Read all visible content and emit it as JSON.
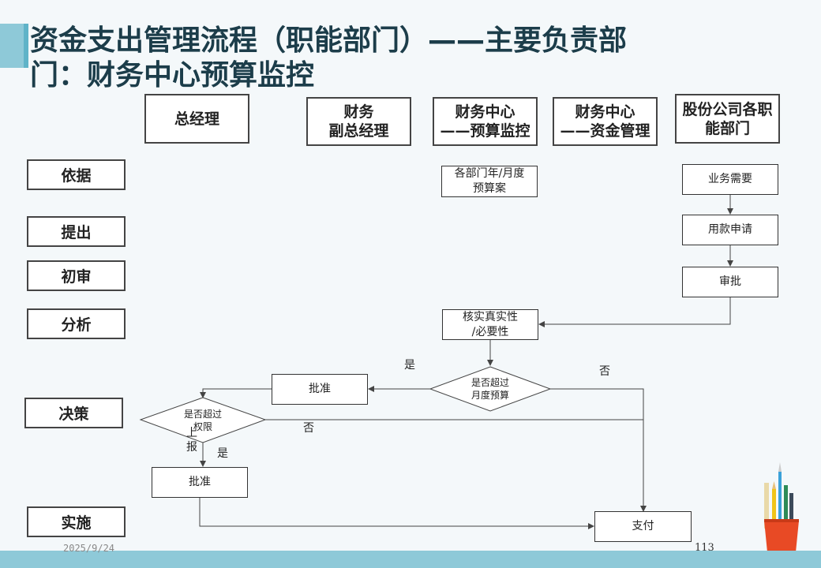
{
  "title": "资金支出管理流程（职能部门）——主要负责部门：财务中心预算监控",
  "headers": [
    "总经理",
    "财务\n副总经理",
    "财务中心\n——预算监控",
    "财务中心\n——资金管理",
    "股份公司各职\n能部门"
  ],
  "stages": [
    "依据",
    "提出",
    "初审",
    "分析",
    "决策",
    "实施"
  ],
  "nodes": {
    "budget_plan": "各部门年/月度\n预算案",
    "business_need": "业务需要",
    "payment_request": "用款申请",
    "approval_dept": "审批",
    "verify": "核实真实性\n/必要性",
    "over_budget": "是否超过\n月度预算",
    "approve_1": "批准",
    "over_authority": "是否超过\n权限",
    "approve_2": "批准",
    "payment": "支付"
  },
  "labels": {
    "yes_1": "是",
    "no_1": "否",
    "no_2": "否",
    "report": "上\n报",
    "yes_2": "是"
  },
  "footer": {
    "date": "2025/9/24",
    "page": "113"
  }
}
